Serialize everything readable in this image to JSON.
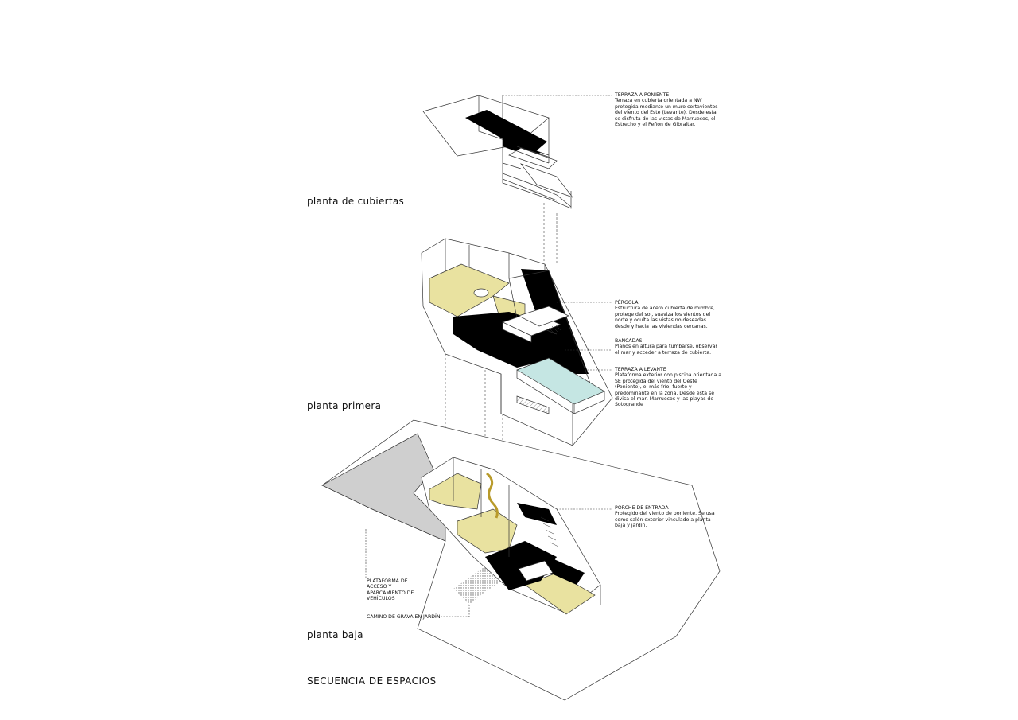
{
  "title": "SECUENCIA DE ESPACIOS",
  "levels": {
    "cubiertas": "planta de cubiertas",
    "primera": "planta primera",
    "baja": "planta baja"
  },
  "notes": {
    "terraza_poniente": {
      "heading": "TERRAZA A PONIENTE",
      "body": "Terraza en cubierta orientada a NW protegida mediante un muro cortavientos del viento del Este (Levante). Desde esta se disfruta de las vistas de Marruecos, el Estrecho y el Peñon de Gibraltar."
    },
    "pergola": {
      "heading": "PÉRGOLA",
      "body": "Estructura de acero cubierta de mimbre, protege del sol, suaviza los vientos del norte y oculta las vistas no deseadas desde y hacia las viviendas cercanas."
    },
    "bancadas": {
      "heading": "BANCADAS",
      "body": "Planos en altura para tumbarse, observar el mar y acceder a terraza de cubierta."
    },
    "terraza_levante": {
      "heading": "TERRAZA A LEVANTE",
      "body": "Plataforma exterior con piscina orientada a SE protegida del viento del Oeste (Poniente), el más frío, fuerte y predominante en la zona. Desde esta se divisa el mar, Marruecos y las playas de Sotogrande"
    },
    "porche": {
      "heading": "PORCHE DE ENTRADA",
      "body": "Protegido del viento de poniente. Se usa como salón exterior vinculado a planta baja y jardín."
    }
  },
  "labels": {
    "plataforma_1": "PLATAFORMA DE",
    "plataforma_2": "ACCESO Y",
    "plataforma_3": "APARCAMIENTO DE",
    "plataforma_4": "VEHÍCULOS",
    "camino": "CAMINO DE GRAVA EN JARDÍN"
  },
  "colors": {
    "yellow": "#e9e2a0",
    "pool": "#c5e6e3",
    "black": "#000000",
    "terrain_gray": "#cfcfcf",
    "line": "#333333"
  }
}
